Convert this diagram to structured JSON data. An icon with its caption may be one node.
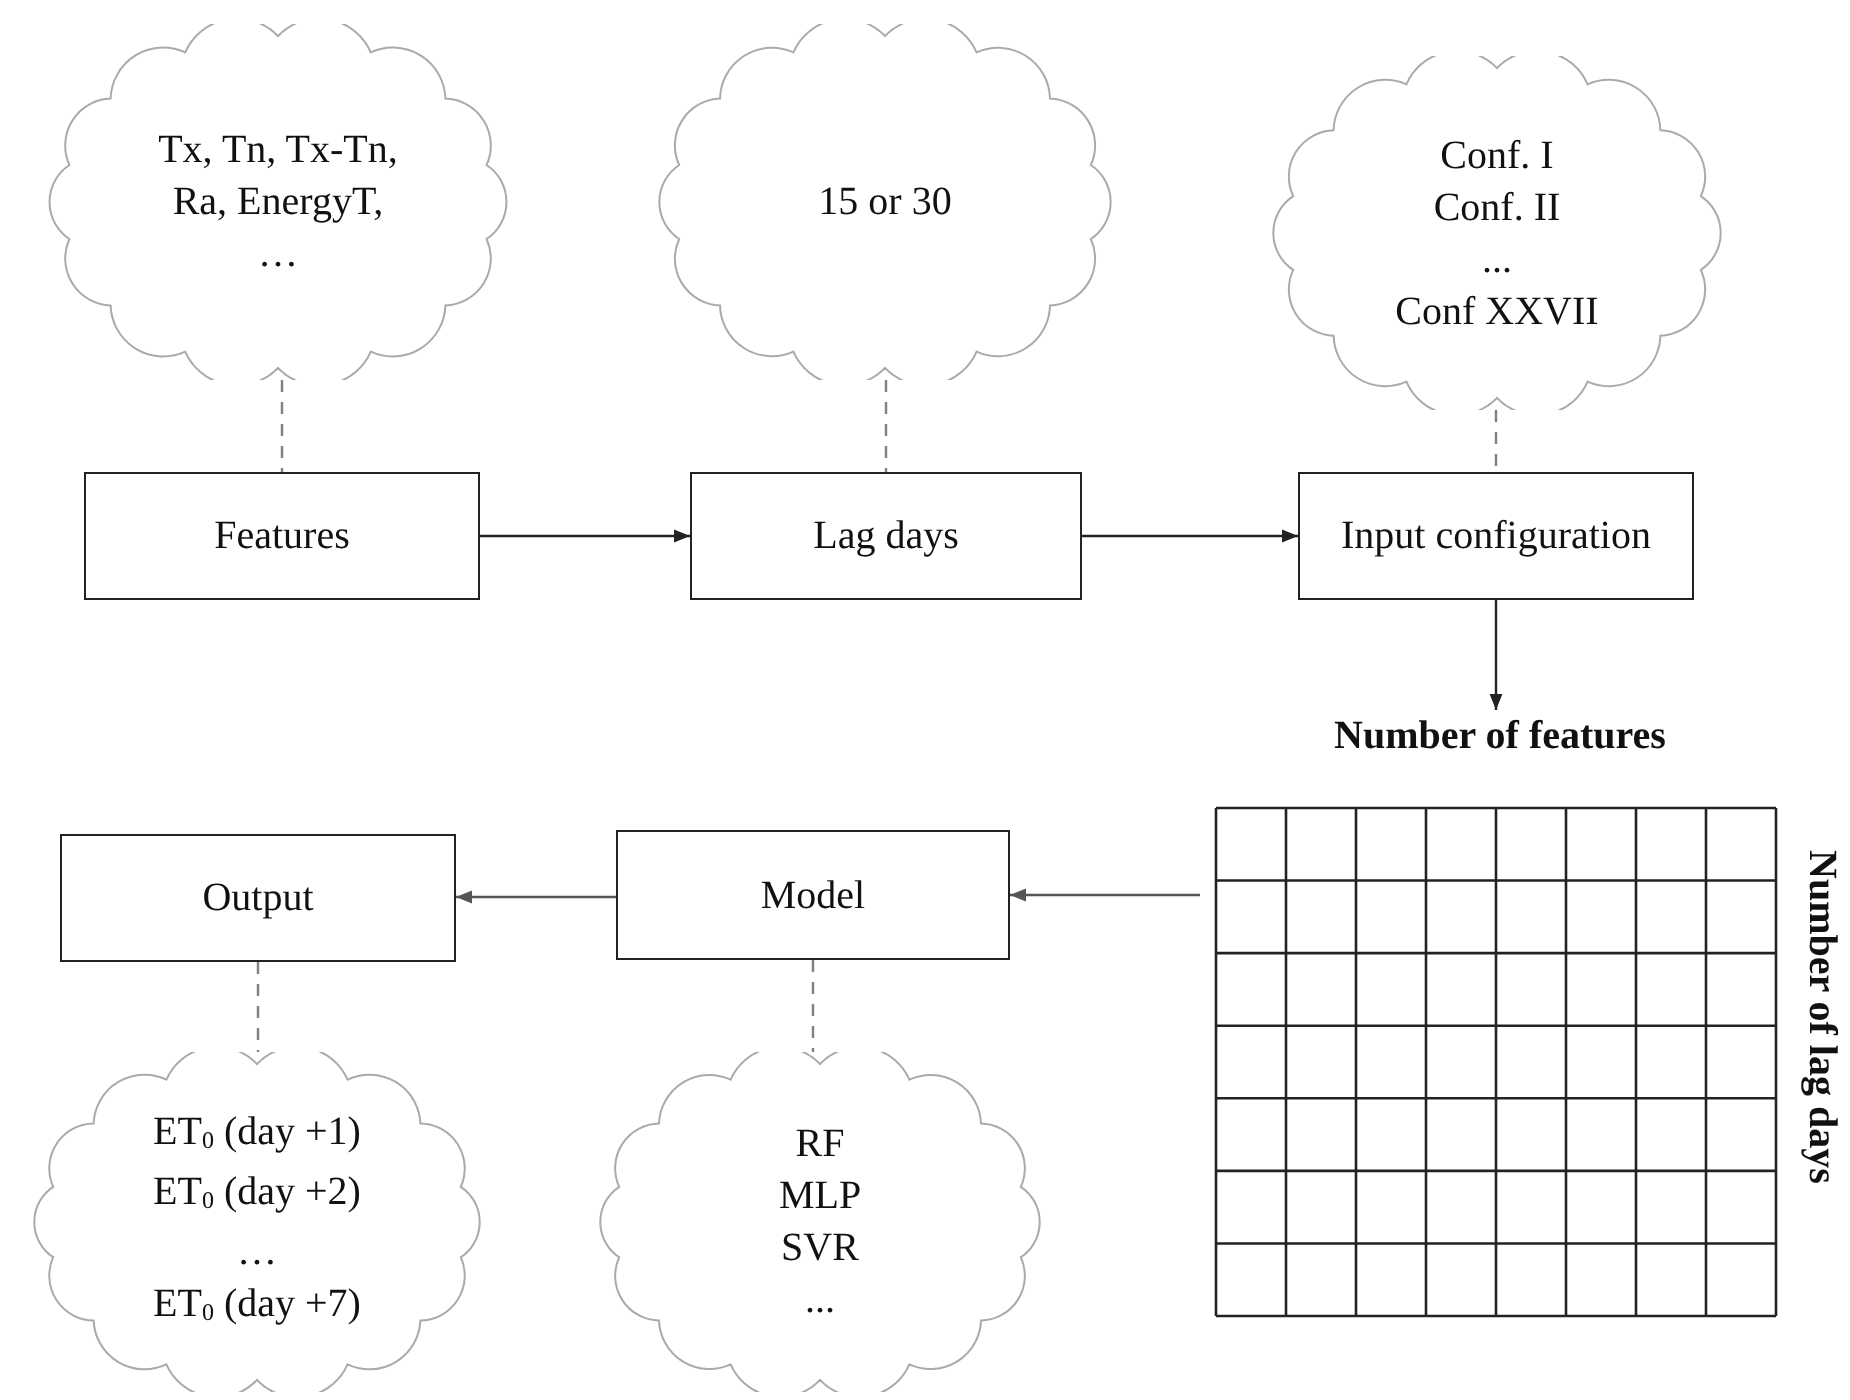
{
  "diagram": {
    "nodes": [
      {
        "text": [
          "Tx, Tn, Tx-Tn, Ra, EnergyT,",
          "…"
        ]
      },
      {
        "text": [
          "15 or 30"
        ]
      },
      {
        "text": [
          "Conf. I",
          "Conf. II",
          "...",
          "Conf XXVII"
        ]
      },
      {
        "text": [
          "Features"
        ]
      },
      {
        "text": [
          "Lag days"
        ]
      },
      {
        "text": [
          "Input configuration"
        ]
      },
      {
        "text": [
          "Number of features",
          "Number of lag days"
        ]
      },
      {
        "text": [
          "Output"
        ]
      },
      {
        "text": [
          "Model"
        ]
      },
      {
        "text": [
          "ET$_{0}$ (day +1)",
          "ET$_{0}$ (day +2)",
          "…",
          "ET$_{0}$ (day +7)"
        ]
      },
      {
        "text": [
          "RF",
          "MLP",
          "SVR",
          "..."
        ]
      }
    ],
    "edges": [
      {
        "from": 0,
        "to": 3,
        "arrow": "none",
        "style": "dashed",
        "color": "#808080"
      },
      {
        "from": 1,
        "to": 4,
        "arrow": "none",
        "style": "dashed",
        "color": "#808080"
      },
      {
        "from": 2,
        "to": 5,
        "arrow": "none",
        "style": "dashed",
        "color": "#808080"
      },
      {
        "from": 3,
        "to": 4,
        "arrow": "to",
        "color": "#222222"
      },
      {
        "from": 4,
        "to": 5,
        "arrow": "to",
        "color": "#222222"
      },
      {
        "from": 5,
        "to": 6,
        "arrow": "to",
        "color": "#222222"
      },
      {
        "from": 6,
        "to": 8,
        "arrow": "to",
        "color": "#555555"
      },
      {
        "from": 8,
        "to": 7,
        "arrow": "to",
        "color": "#555555"
      },
      {
        "from": 7,
        "to": 9,
        "arrow": "none",
        "style": "dashed",
        "color": "#808080"
      },
      {
        "from": 8,
        "to": 10,
        "arrow": "none",
        "style": "dashed",
        "color": "#808080"
      }
    ]
  }
}
